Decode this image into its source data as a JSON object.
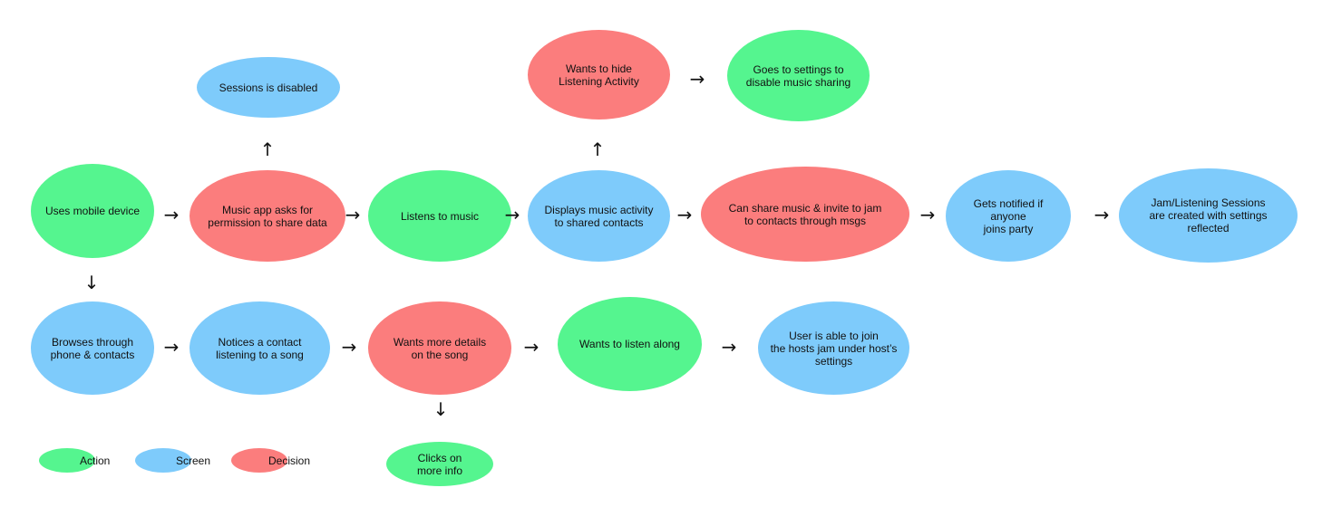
{
  "colors": {
    "action": "#55f58f",
    "screen": "#7ecbfb",
    "decision": "#fb7d7d"
  },
  "nodes": {
    "uses_mobile": "Uses mobile device",
    "permission": "Music app asks for\npermission to share data",
    "sessions_disabled": "Sessions is disabled",
    "listens": "Listens to music",
    "displays_activity": "Displays music activity\nto shared contacts",
    "hide_activity": "Wants to hide\nListening Activity",
    "settings_disable": "Goes to settings to\ndisable music sharing",
    "share_invite": "Can share music & invite to jam\nto contacts through msgs",
    "notified": "Gets notified if anyone\njoins party",
    "sessions_created": "Jam/Listening Sessions\nare created with settings\nreflected",
    "browses": "Browses through\nphone & contacts",
    "notices": "Notices a contact\nlistening to a song",
    "more_details": "Wants more details\non the song",
    "listen_along": "Wants to listen along",
    "join_jam": "User is able to join\nthe hosts jam under host’s\nsettings",
    "clicks_info": "Clicks on\nmore info"
  },
  "arrows": {
    "right": "→",
    "up": "↑",
    "down": "↓"
  },
  "legend": {
    "action": "Action",
    "screen": "Screen",
    "decision": "Decision"
  }
}
